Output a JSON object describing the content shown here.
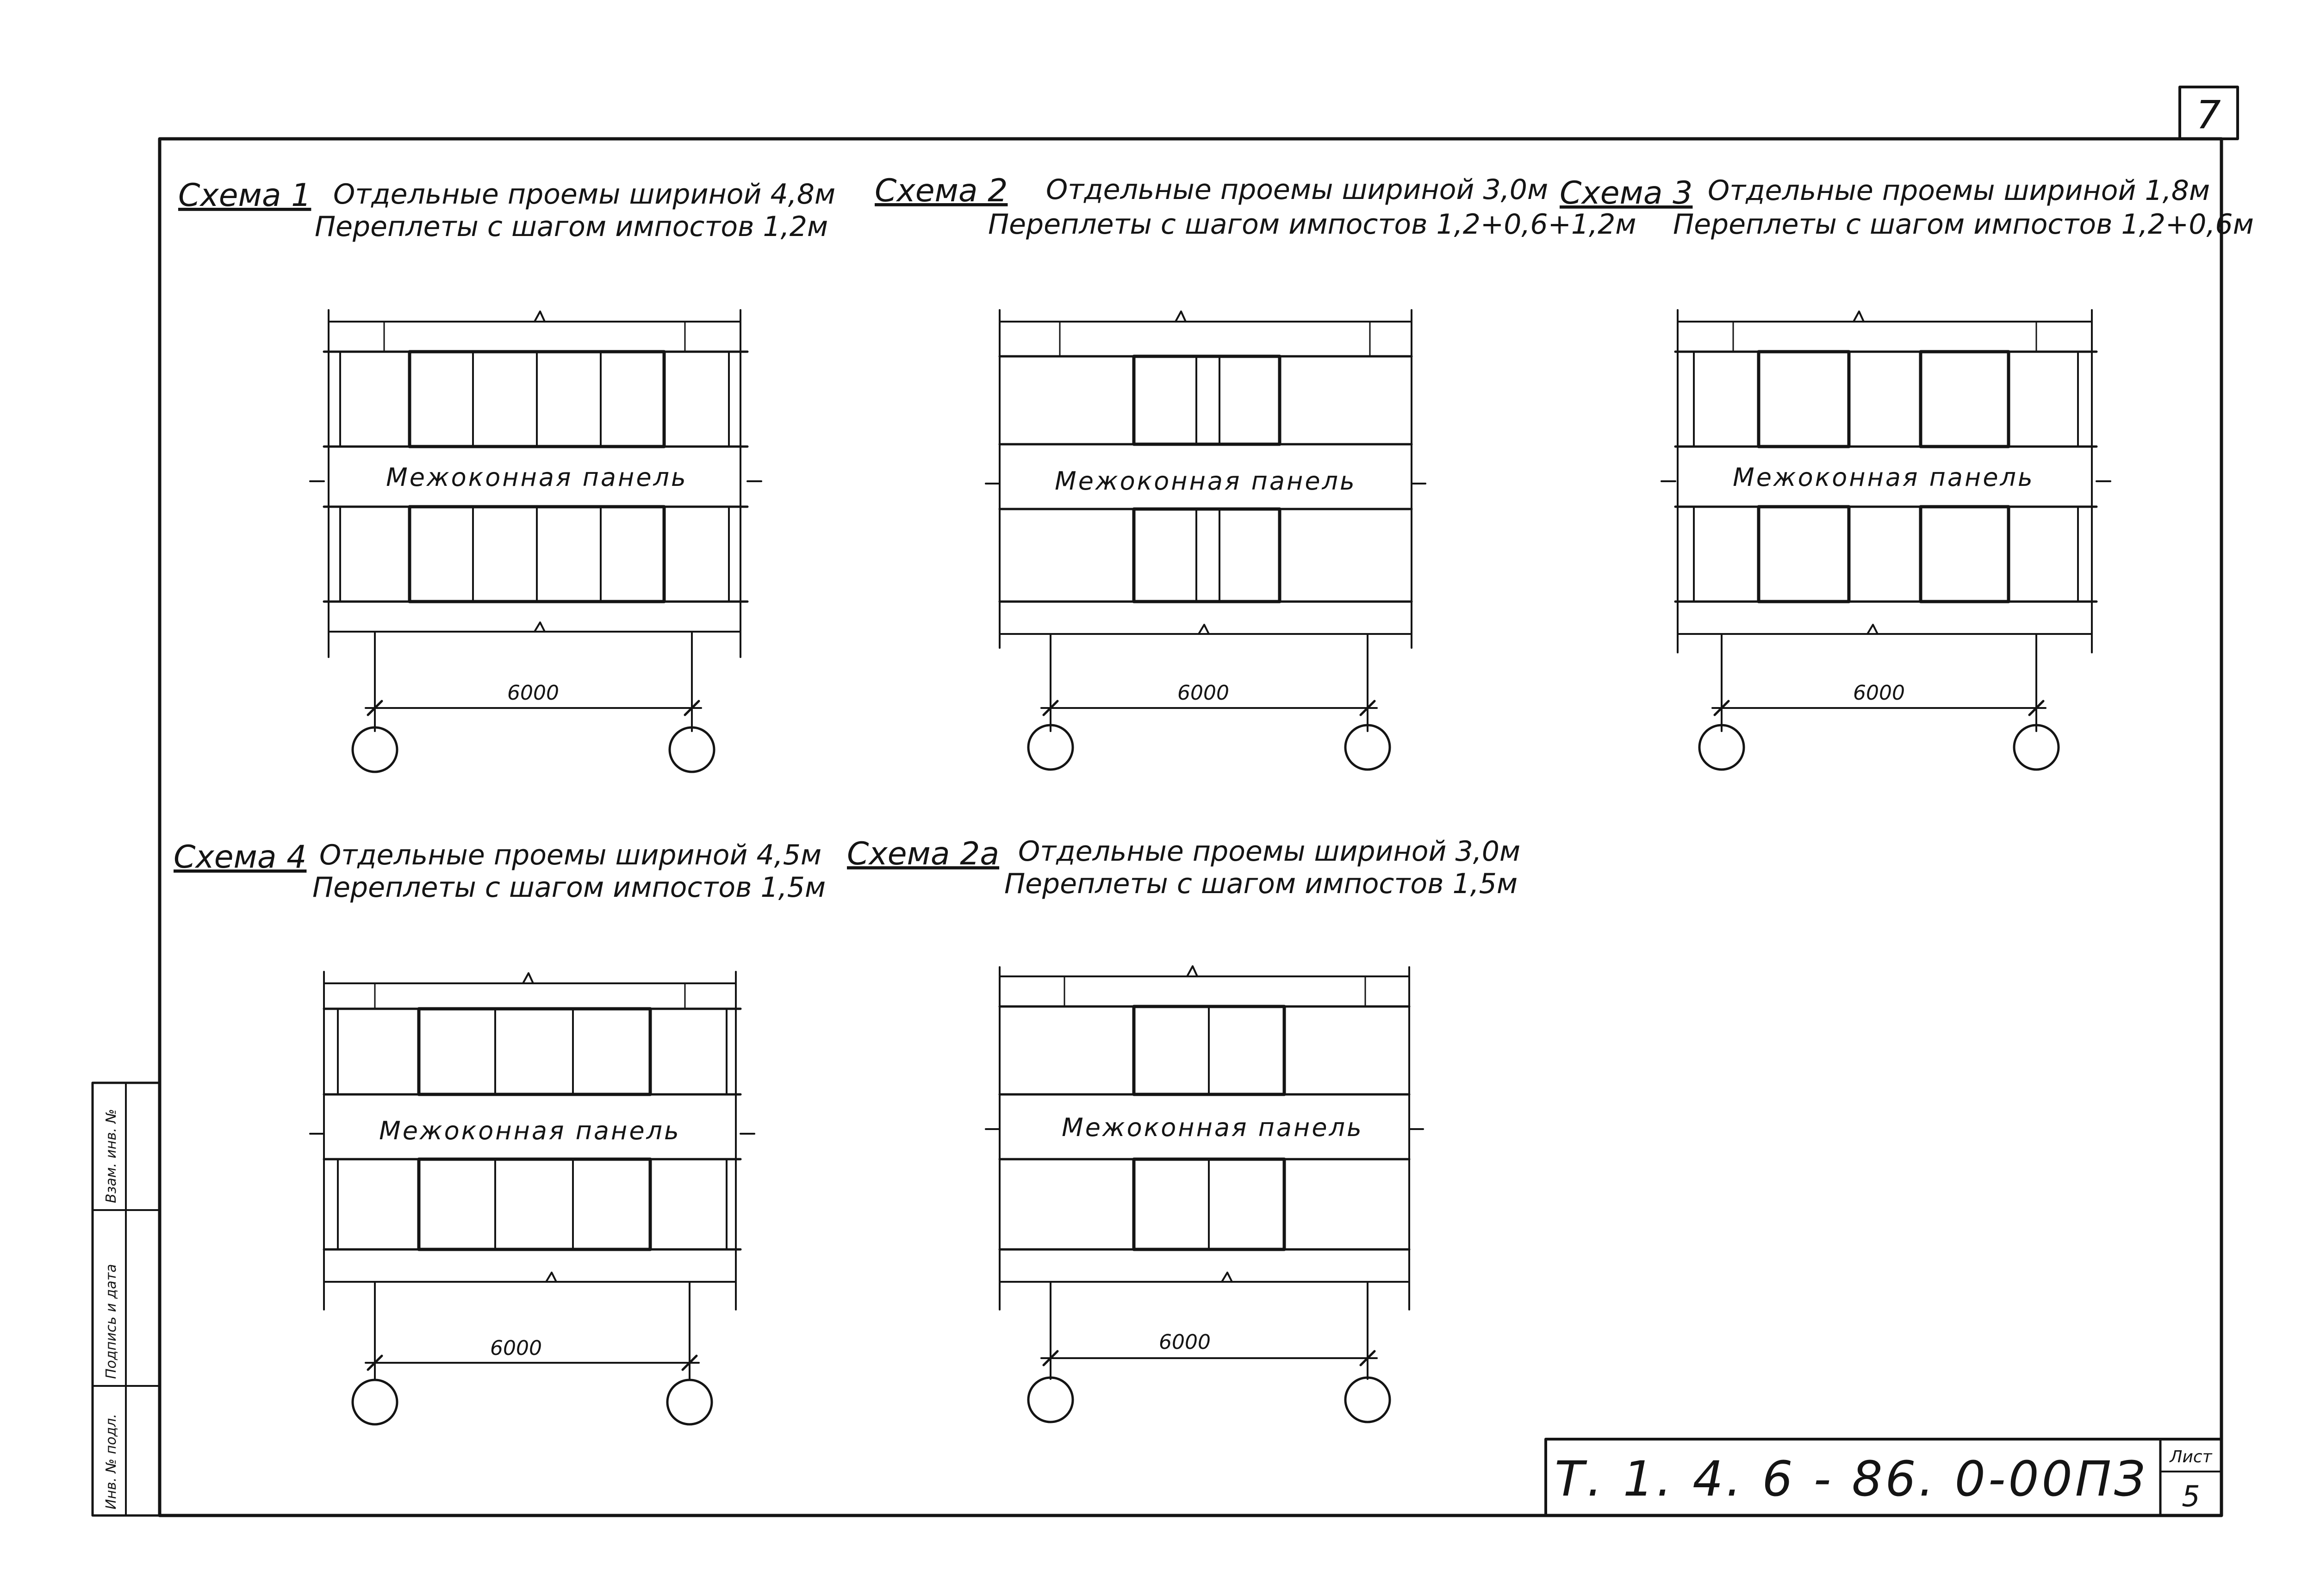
{
  "sheet_number": "7",
  "document_code": "Т. 1. 4. 6 - 86. 0-00ПЗ",
  "sheet_label": "Лист",
  "sheet_page": "5",
  "side_stamp": [
    "Инв. № подл.",
    "Подпись и дата",
    "Взам. инв. №"
  ],
  "schemes": [
    {
      "title": "Схема 1",
      "line1": "Отдельные проемы шириной 4,8м",
      "line2": "Переплеты с шагом импостов 1,2м",
      "panel_label": "Межоконная панель",
      "dimension": "6000"
    },
    {
      "title": "Схема 2",
      "line1": "Отдельные проемы шириной 3,0м",
      "line2": "Переплеты с шагом импостов 1,2+0,6+1,2м",
      "panel_label": "Межоконная панель",
      "dimension": "6000"
    },
    {
      "title": "Схема 3",
      "line1": "Отдельные проемы шириной 1,8м",
      "line2": "Переплеты с шагом импостов 1,2+0,6м",
      "panel_label": "Межоконная панель",
      "dimension": "6000"
    },
    {
      "title": "Схема 4",
      "line1": "Отдельные проемы шириной 4,5м",
      "line2": "Переплеты с шагом импостов 1,5м",
      "panel_label": "Межоконная панель",
      "dimension": "6000"
    },
    {
      "title": "Схема 2а",
      "line1": "Отдельные проемы шириной 3,0м",
      "line2": "Переплеты с шагом импостов 1,5м",
      "panel_label": "Межоконная панель",
      "dimension": "6000"
    }
  ]
}
